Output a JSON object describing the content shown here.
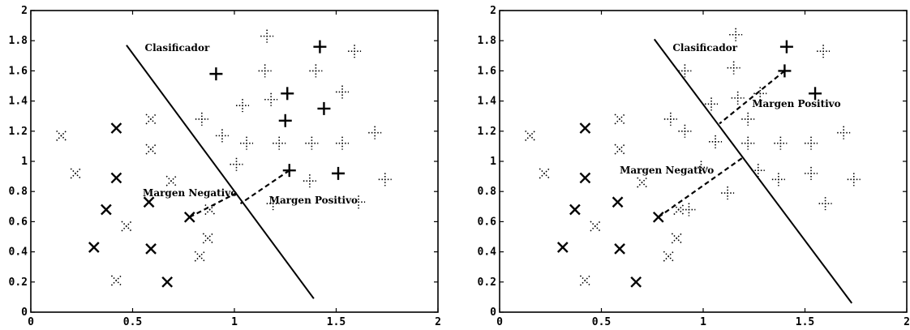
{
  "chart_data": [
    {
      "type": "scatter",
      "title": "",
      "xlabel": "",
      "ylabel": "",
      "xlim": [
        0,
        2
      ],
      "ylim": [
        0,
        2
      ],
      "xticks": [
        "0",
        "0.5",
        "1",
        "1.5",
        "2"
      ],
      "yticks": [
        "0",
        "0.2",
        "0.4",
        "0.6",
        "0.8",
        "1",
        "1.2",
        "1.4",
        "1.6",
        "1.8",
        "2"
      ],
      "grid": false,
      "series": [
        {
          "marker": "x-bold",
          "points": [
            [
              0.42,
              1.22
            ],
            [
              0.42,
              0.89
            ],
            [
              0.37,
              0.68
            ],
            [
              0.58,
              0.73
            ],
            [
              0.31,
              0.43
            ],
            [
              0.59,
              0.42
            ],
            [
              0.67,
              0.2
            ],
            [
              0.78,
              0.63
            ]
          ]
        },
        {
          "marker": "x-dotted",
          "points": [
            [
              0.15,
              1.17
            ],
            [
              0.22,
              0.92
            ],
            [
              0.47,
              0.57
            ],
            [
              0.42,
              0.21
            ],
            [
              0.59,
              1.28
            ],
            [
              0.59,
              1.08
            ],
            [
              0.69,
              0.87
            ],
            [
              0.83,
              0.37
            ],
            [
              0.87,
              0.49
            ],
            [
              0.88,
              0.68
            ]
          ]
        },
        {
          "marker": "plus-bold",
          "points": [
            [
              0.91,
              1.58
            ],
            [
              1.26,
              1.45
            ],
            [
              1.25,
              1.27
            ],
            [
              1.42,
              1.76
            ],
            [
              1.44,
              1.35
            ],
            [
              1.27,
              0.94
            ],
            [
              1.51,
              0.92
            ]
          ]
        },
        {
          "marker": "plus-dotted",
          "points": [
            [
              1.16,
              1.83
            ],
            [
              1.15,
              1.6
            ],
            [
              1.4,
              1.6
            ],
            [
              1.59,
              1.73
            ],
            [
              1.04,
              1.37
            ],
            [
              1.18,
              1.41
            ],
            [
              1.53,
              1.46
            ],
            [
              0.84,
              1.28
            ],
            [
              0.94,
              1.17
            ],
            [
              1.06,
              1.12
            ],
            [
              1.22,
              1.12
            ],
            [
              1.38,
              1.12
            ],
            [
              1.53,
              1.12
            ],
            [
              1.69,
              1.19
            ],
            [
              1.01,
              0.98
            ],
            [
              1.37,
              0.87
            ],
            [
              1.74,
              0.88
            ],
            [
              1.19,
              0.72
            ],
            [
              1.61,
              0.73
            ]
          ]
        }
      ],
      "lines": [
        {
          "role": "classifier",
          "dash": false,
          "points": [
            [
              0.47,
              1.77
            ],
            [
              1.39,
              0.09
            ]
          ]
        },
        {
          "role": "margin",
          "dash": true,
          "points": [
            [
              0.78,
              0.63
            ],
            [
              1.01,
              0.79
            ]
          ]
        },
        {
          "role": "margin",
          "dash": true,
          "points": [
            [
              1.27,
              0.94
            ],
            [
              1.03,
              0.72
            ]
          ]
        }
      ],
      "annotations": [
        {
          "text": "Clasificador",
          "x": 0.56,
          "y": 1.73
        },
        {
          "text": "Margen Negativo",
          "x": 0.55,
          "y": 0.77
        },
        {
          "text": "Margen Positivo",
          "x": 1.17,
          "y": 0.72
        }
      ]
    },
    {
      "type": "scatter",
      "title": "",
      "xlabel": "",
      "ylabel": "",
      "xlim": [
        0,
        2
      ],
      "ylim": [
        0,
        2
      ],
      "xticks": [
        "0",
        "0.5",
        "1",
        "1.5",
        "2"
      ],
      "yticks": [
        "0",
        "0.2",
        "0.4",
        "0.6",
        "0.8",
        "1",
        "1.2",
        "1.4",
        "1.6",
        "1.8",
        "2"
      ],
      "grid": false,
      "series": [
        {
          "marker": "x-bold",
          "points": [
            [
              0.42,
              1.22
            ],
            [
              0.42,
              0.89
            ],
            [
              0.37,
              0.68
            ],
            [
              0.58,
              0.73
            ],
            [
              0.31,
              0.43
            ],
            [
              0.59,
              0.42
            ],
            [
              0.67,
              0.2
            ],
            [
              0.78,
              0.63
            ]
          ]
        },
        {
          "marker": "x-dotted",
          "points": [
            [
              0.15,
              1.17
            ],
            [
              0.22,
              0.92
            ],
            [
              0.47,
              0.57
            ],
            [
              0.42,
              0.21
            ],
            [
              0.59,
              1.28
            ],
            [
              0.59,
              1.08
            ],
            [
              0.7,
              0.86
            ],
            [
              0.83,
              0.37
            ],
            [
              0.87,
              0.49
            ],
            [
              0.88,
              0.68
            ]
          ]
        },
        {
          "marker": "plus-bold",
          "points": [
            [
              1.41,
              1.76
            ],
            [
              1.4,
              1.6
            ],
            [
              1.55,
              1.45
            ]
          ]
        },
        {
          "marker": "plus-dotted",
          "points": [
            [
              1.16,
              1.84
            ],
            [
              0.91,
              1.6
            ],
            [
              1.15,
              1.62
            ],
            [
              1.59,
              1.73
            ],
            [
              1.04,
              1.38
            ],
            [
              1.17,
              1.42
            ],
            [
              1.28,
              1.45
            ],
            [
              0.84,
              1.28
            ],
            [
              0.91,
              1.2
            ],
            [
              1.22,
              1.28
            ],
            [
              1.06,
              1.13
            ],
            [
              1.22,
              1.12
            ],
            [
              1.38,
              1.12
            ],
            [
              1.53,
              1.12
            ],
            [
              1.69,
              1.19
            ],
            [
              0.99,
              0.96
            ],
            [
              1.27,
              0.94
            ],
            [
              1.37,
              0.88
            ],
            [
              1.53,
              0.92
            ],
            [
              1.74,
              0.88
            ],
            [
              1.12,
              0.79
            ],
            [
              1.6,
              0.72
            ],
            [
              0.93,
              0.68
            ]
          ]
        }
      ],
      "lines": [
        {
          "role": "classifier",
          "dash": false,
          "points": [
            [
              0.76,
              1.81
            ],
            [
              1.73,
              0.06
            ]
          ]
        },
        {
          "role": "margin",
          "dash": true,
          "points": [
            [
              0.78,
              0.63
            ],
            [
              1.2,
              1.03
            ]
          ]
        },
        {
          "role": "margin",
          "dash": true,
          "points": [
            [
              1.4,
              1.6
            ],
            [
              1.08,
              1.25
            ]
          ]
        }
      ],
      "annotations": [
        {
          "text": "Clasificador",
          "x": 0.85,
          "y": 1.73
        },
        {
          "text": "Margen Positivo",
          "x": 1.24,
          "y": 1.36
        },
        {
          "text": "Margen Negativo",
          "x": 0.59,
          "y": 0.92
        }
      ]
    }
  ]
}
